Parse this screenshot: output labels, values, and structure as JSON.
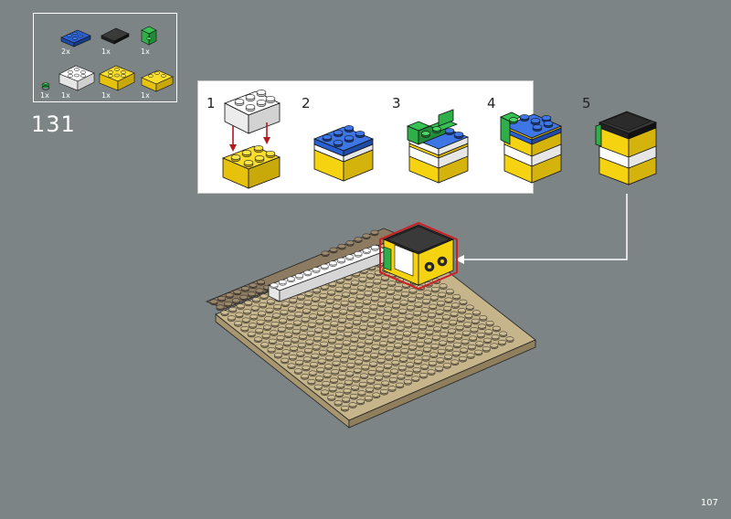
{
  "parts_list": [
    {
      "name": "blue-plate-1x4",
      "count": "2x",
      "color": "#2a5fcf"
    },
    {
      "name": "black-tile-2x2",
      "count": "1x",
      "color": "#2b2b2b"
    },
    {
      "name": "green-bracket",
      "count": "1x",
      "color": "#2fae4a"
    },
    {
      "name": "green-round-plate",
      "count": "1x",
      "color": "#2fae4a"
    },
    {
      "name": "white-brick-2x3",
      "count": "1x",
      "color": "#f4f4f4"
    },
    {
      "name": "yellow-brick-2x3",
      "count": "1x",
      "color": "#f5d311"
    },
    {
      "name": "yellow-brick-1x4",
      "count": "1x",
      "color": "#f5d311"
    }
  ],
  "step_number": "131",
  "substeps": [
    {
      "number": "1"
    },
    {
      "number": "2"
    },
    {
      "number": "3"
    },
    {
      "number": "4"
    },
    {
      "number": "5"
    }
  ],
  "page_number": "107",
  "colors": {
    "background": "#7d8486",
    "tan": "#c6b48a",
    "dark_tan": "#8c7a61",
    "yellow": "#f5d311",
    "white_brick": "#f4f4f4",
    "blue": "#2a5fcf",
    "green": "#2fae4a",
    "black": "#2b2b2b",
    "highlight_red": "#cc1f24",
    "arrow_red": "#b5181f"
  }
}
